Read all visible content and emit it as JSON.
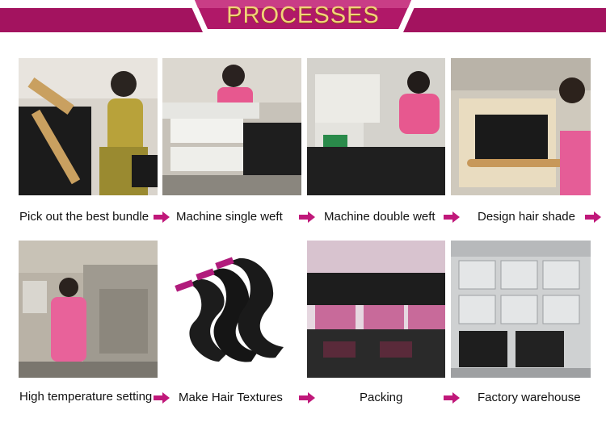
{
  "header": {
    "title": "PROCESSES"
  },
  "colors": {
    "banner": "#a3135f",
    "title": "#f2d27a",
    "arrow": "#c0187a"
  },
  "steps": [
    {
      "label": "Pick out the best bundle"
    },
    {
      "label": "Machine single weft"
    },
    {
      "label": "Machine double weft"
    },
    {
      "label": "Design hair shade"
    },
    {
      "label": "High temperature setting"
    },
    {
      "label": "Make Hair Textures"
    },
    {
      "label": "Packing"
    },
    {
      "label": "Factory warehouse"
    }
  ]
}
